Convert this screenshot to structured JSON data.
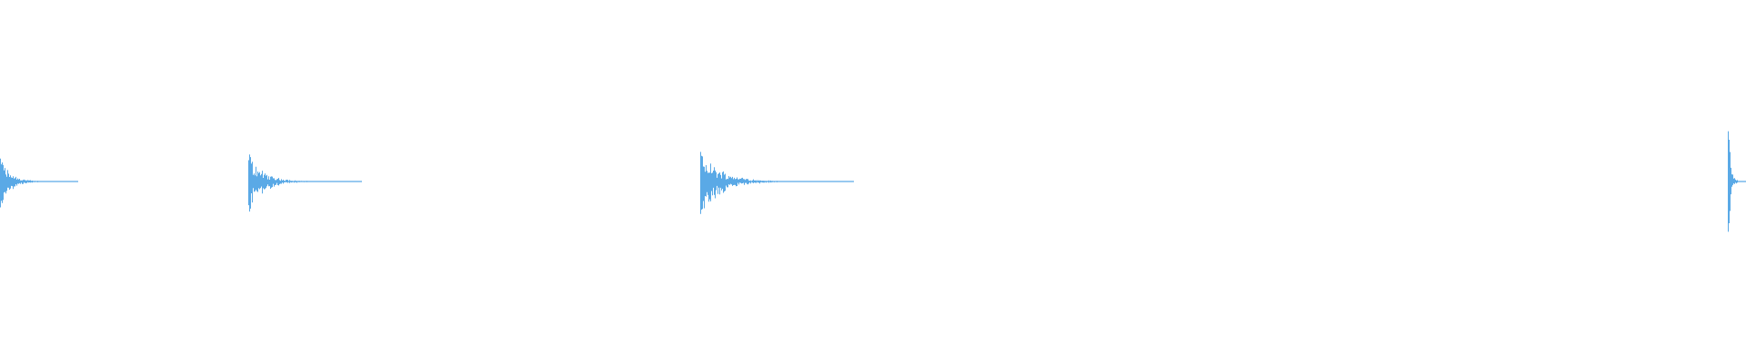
{
  "waveform": {
    "color": "#5aa9e6",
    "background": "#ffffff",
    "events": [
      {
        "time_fraction": 0.0,
        "peak_up": 0.4,
        "peak_down": 0.45,
        "decay_length_fraction": 0.045
      },
      {
        "time_fraction": 0.142,
        "peak_up": 0.45,
        "peak_down": 0.5,
        "decay_length_fraction": 0.065
      },
      {
        "time_fraction": 0.401,
        "peak_up": 0.52,
        "peak_down": 0.57,
        "decay_length_fraction": 0.088
      },
      {
        "time_fraction": 0.9895,
        "peak_up": 0.92,
        "peak_down": 0.92,
        "decay_length_fraction": 0.011
      }
    ]
  }
}
